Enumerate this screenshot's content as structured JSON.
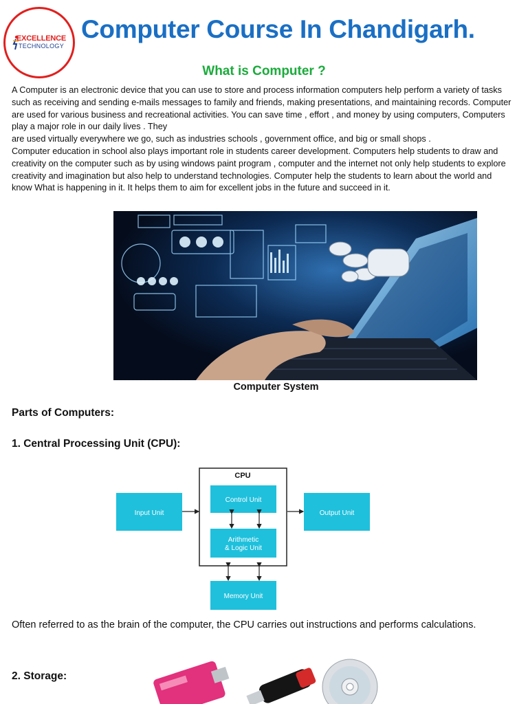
{
  "header": {
    "logo_line1": "EXCELLENCE",
    "logo_line2": "TECHNOLOGY",
    "title": "Computer Course In Chandigarh.",
    "subtitle": "What is Computer ?"
  },
  "intro_paragraphs": [
    "A Computer is an electronic device that you can use to store and process information computers help perform a variety of tasks such as receiving and sending e-mails messages to family and friends, making presentations, and maintaining records. Computer are used for various business and recreational activities. You can save time , effort , and money by using computers, Computers play a major role in our daily lives . They",
    "are used virtually everywhere we go, such as industries schools , government office, and big or small shops .",
    "Computer education in school also plays important role in students career development. Computers help students to draw and creativity on the computer such as by using windows paint program , computer and the internet not only help students to explore creativity and imagination but also help to understand technologies. Computer help the students to learn about  the world and know What is happening in it. It helps them to aim for excellent jobs in the future and succeed in it."
  ],
  "hero": {
    "caption": "Computer System"
  },
  "sections": {
    "parts_heading": "Parts of Computers:",
    "cpu_heading": "1. Central Processing Unit (CPU):",
    "cpu_description": "Often referred to as the brain of the computer, the CPU carries out instructions and performs calculations.",
    "storage_heading": "2. Storage:"
  },
  "cpu_diagram": {
    "title": "CPU",
    "input": "Input Unit",
    "control": "Control Unit",
    "alu_line1": "Arithmetic",
    "alu_line2": "& Logic Unit",
    "output": "Output Unit",
    "memory": "Memory Unit",
    "box_color": "#1fc0dc"
  },
  "colors": {
    "title": "#1a6fc4",
    "subtitle": "#1aab3b",
    "logo_ring": "#e0201e"
  }
}
